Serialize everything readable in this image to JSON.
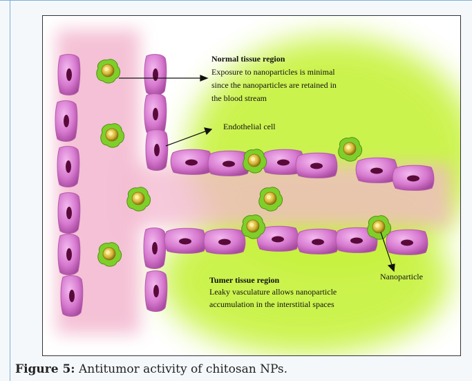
{
  "figure": {
    "labels": {
      "normal_title": "Normal tissue region",
      "normal_line1": "Exposure to nanoparticles is minimal",
      "normal_line2": "since the nanoparticles are retained in",
      "normal_line3": "the blood stream",
      "endothelial": "Endothelial cell",
      "tumor_title": "Tumer tissue region",
      "tumor_line1": "Leaky vasculature allows nanoparticle",
      "tumor_line2": "accumulation in the interstitial spaces",
      "nanoparticle": "Nanoparticle"
    },
    "colors": {
      "cell_fill": "#d77ad0",
      "nucleus": "#5a0a3a",
      "blood_haze": "#f3b7cf",
      "tumor_haze": "#c6f23a",
      "np_gold": "#d7b93a",
      "np_green": "#7fcf2a"
    }
  },
  "caption": {
    "label": "Figure 5:",
    "text": " Antitumor activity of chitosan NPs."
  }
}
